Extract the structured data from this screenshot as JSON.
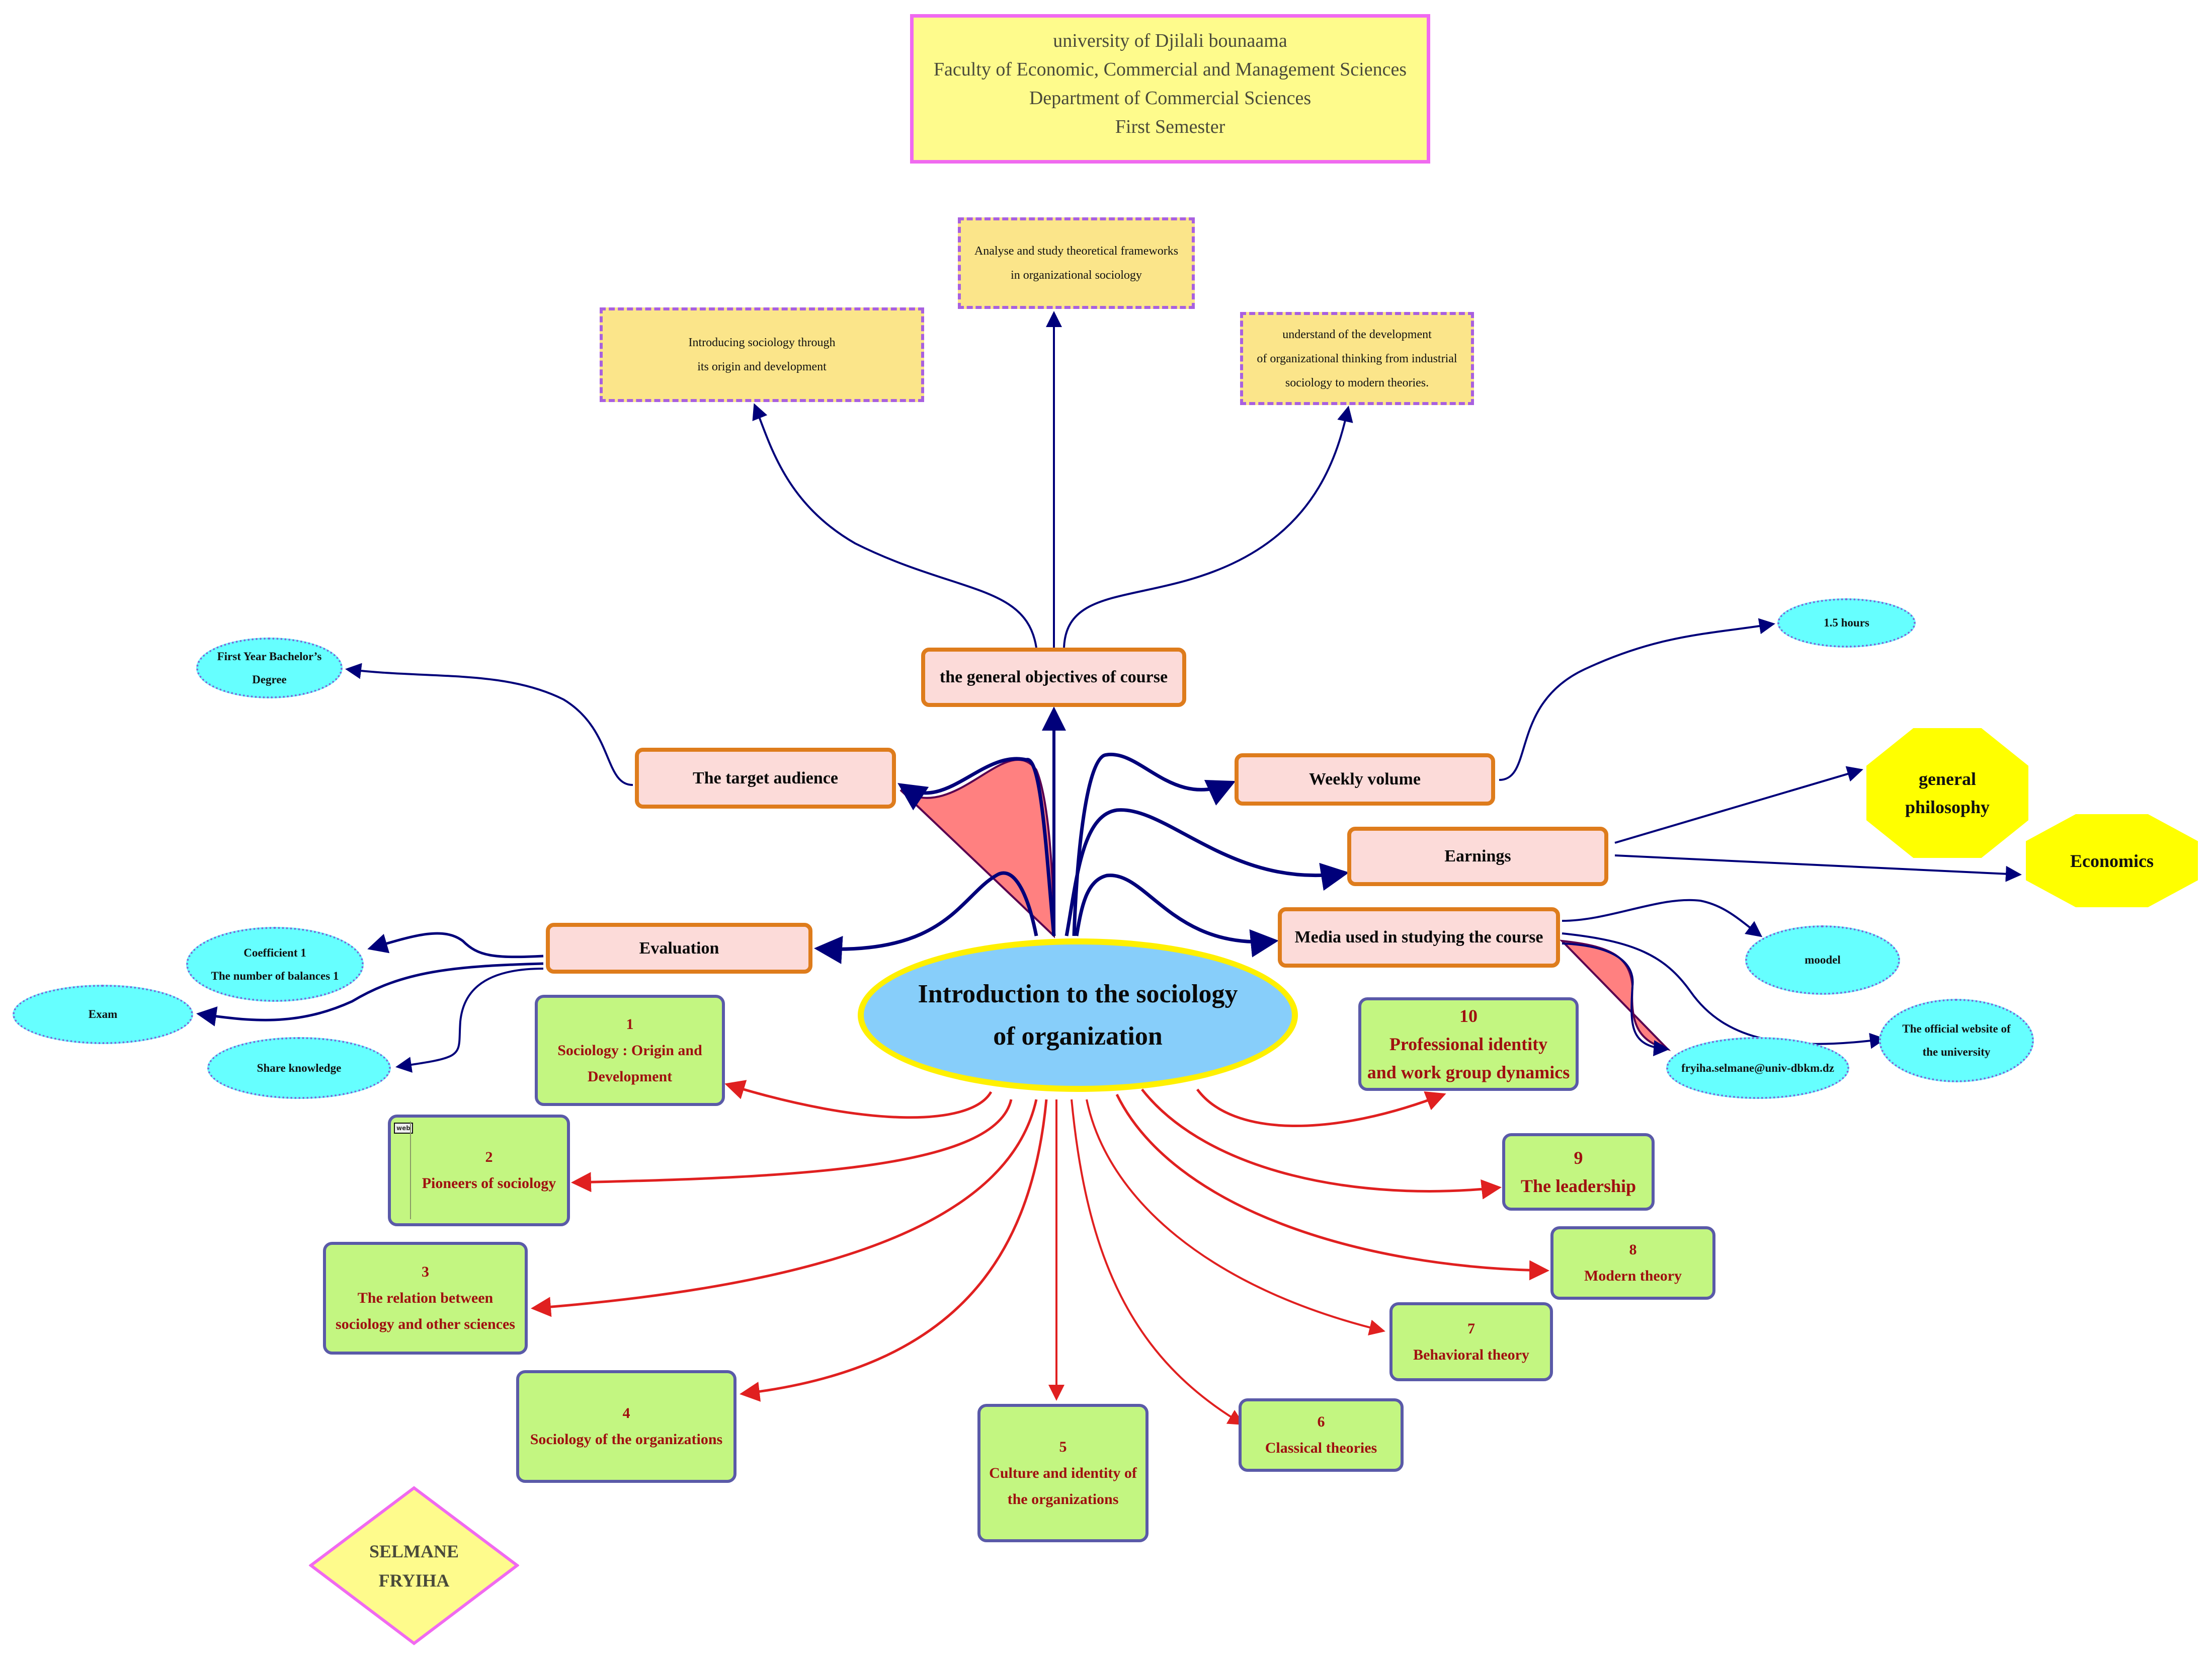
{
  "header": {
    "lines": [
      "university of Djilali bounaama",
      "Faculty of Economic, Commercial and Management Sciences",
      "Department of Commercial Sciences",
      "First Semester"
    ]
  },
  "center": {
    "lines": [
      "Introduction to the sociology",
      "of organization"
    ]
  },
  "objectives": {
    "label": "the general objectives of course",
    "items": [
      {
        "lines": [
          "Introducing sociology through",
          "its origin and development"
        ]
      },
      {
        "lines": [
          "Analyse and study theoretical frameworks",
          "in organizational sociology"
        ]
      },
      {
        "lines": [
          "understand of the development",
          "of organizational thinking from industrial",
          "sociology to modern theories."
        ]
      }
    ]
  },
  "target_audience": {
    "label": "The target audience",
    "items": [
      {
        "lines": [
          "First Year Bachelor’s",
          "Degree"
        ]
      }
    ]
  },
  "weekly_volume": {
    "label": "Weekly volume",
    "items": [
      {
        "lines": [
          "1.5 hours"
        ]
      }
    ]
  },
  "earnings": {
    "label": "Earnings",
    "items": [
      {
        "lines": [
          "general",
          "philosophy"
        ]
      },
      {
        "lines": [
          "Economics"
        ]
      }
    ]
  },
  "media": {
    "label": "Media used in studying the course",
    "items": [
      {
        "lines": [
          "moodel"
        ]
      },
      {
        "lines": [
          "The official website of",
          "the university"
        ]
      },
      {
        "lines": [
          "fryiha.selmane@univ-dbkm.dz"
        ]
      }
    ]
  },
  "evaluation": {
    "label": "Evaluation",
    "items": [
      {
        "lines": [
          "Coefficient  1",
          "The number of balances 1"
        ]
      },
      {
        "lines": [
          "Exam"
        ]
      },
      {
        "lines": [
          "Share knowledge"
        ]
      }
    ]
  },
  "topics": [
    {
      "number": "1",
      "lines": [
        "Sociology : Origin and",
        "Development"
      ]
    },
    {
      "number": "2",
      "lines": [
        "Pioneers of sociology"
      ],
      "badge": "web"
    },
    {
      "number": "3",
      "lines": [
        "The relation between",
        "sociology and other sciences"
      ]
    },
    {
      "number": "4",
      "lines": [
        "Sociology of the organizations"
      ]
    },
    {
      "number": "5",
      "lines": [
        "Culture and identity of",
        "the organizations"
      ]
    },
    {
      "number": "6",
      "lines": [
        "Classical  theories"
      ]
    },
    {
      "number": "7",
      "lines": [
        "Behavioral  theory"
      ]
    },
    {
      "number": "8",
      "lines": [
        "Modern theory"
      ]
    },
    {
      "number": "9",
      "lines": [
        "The leadership"
      ]
    },
    {
      "number": "10",
      "lines": [
        "Professional  identity",
        "and work group dynamics"
      ]
    }
  ],
  "author": {
    "lines": [
      "SELMANE",
      "FRYIHA"
    ]
  },
  "colors": {
    "branch_edge": "#00007a",
    "topic_edge": "#e02020",
    "wedge": "#ff8080"
  }
}
